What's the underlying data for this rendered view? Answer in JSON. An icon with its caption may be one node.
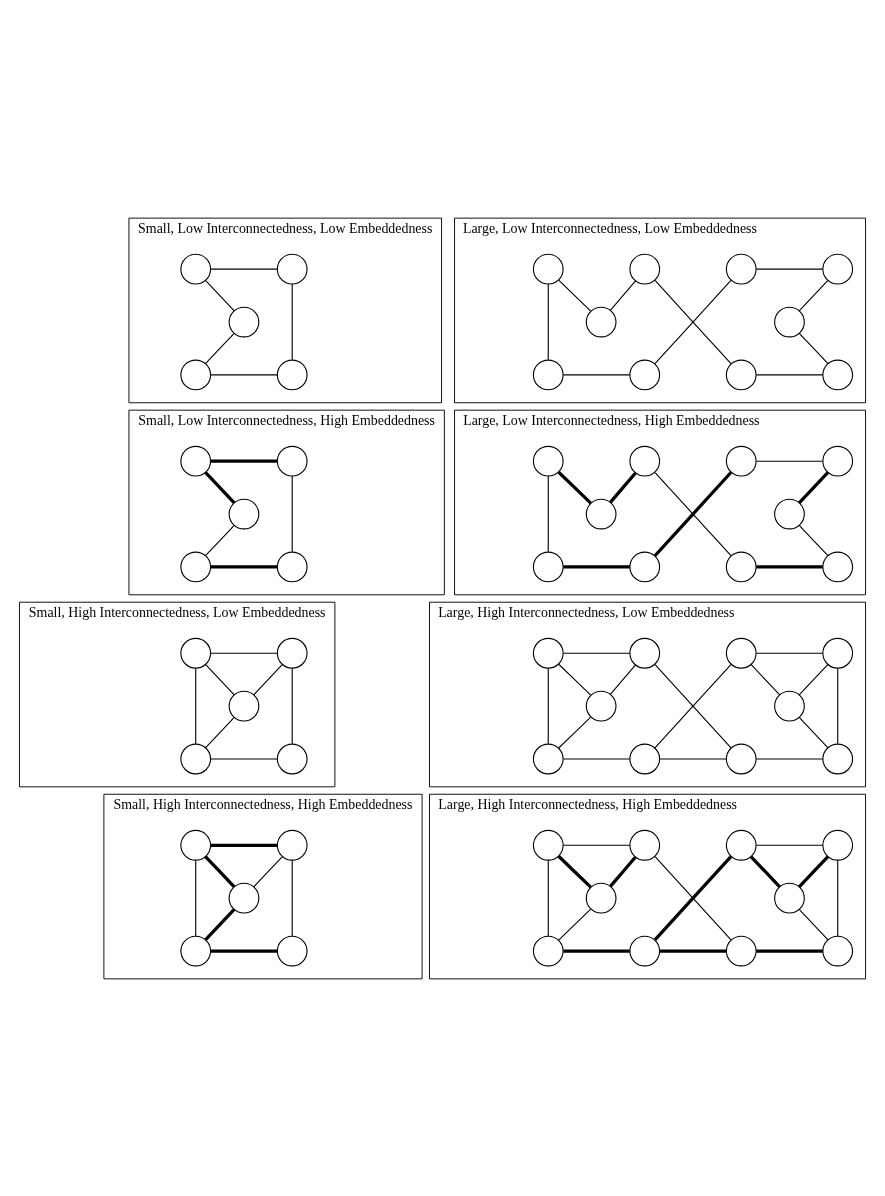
{
  "diagram": {
    "nodes": [
      {
        "text": [
          "Small, Low Interconnectedness, Low Embeddedness"
        ]
      },
      {
        "text": [],
        "shape": "circle",
        "in": 0
      },
      {
        "text": [],
        "shape": "circle",
        "in": 0
      },
      {
        "text": [],
        "shape": "circle",
        "in": 0
      },
      {
        "text": [],
        "shape": "circle",
        "in": 0
      },
      {
        "text": [],
        "shape": "circle",
        "in": 0
      },
      {
        "text": [
          "Large, Low Interconnectedness, Low Embeddedness"
        ]
      },
      {
        "text": [],
        "shape": "circle",
        "in": 6
      },
      {
        "text": [],
        "shape": "circle",
        "in": 6
      },
      {
        "text": [],
        "shape": "circle",
        "in": 6
      },
      {
        "text": [],
        "shape": "circle",
        "in": 6
      },
      {
        "text": [],
        "shape": "circle",
        "in": 6
      },
      {
        "text": [],
        "shape": "circle",
        "in": 6
      },
      {
        "text": [],
        "shape": "circle",
        "in": 6
      },
      {
        "text": [],
        "shape": "circle",
        "in": 6
      },
      {
        "text": [],
        "shape": "circle",
        "in": 6
      },
      {
        "text": [],
        "shape": "circle",
        "in": 6
      },
      {
        "text": [
          "Small, Low Interconnectedness, High Embeddedness"
        ]
      },
      {
        "text": [],
        "shape": "circle",
        "in": 17
      },
      {
        "text": [],
        "shape": "circle",
        "in": 17
      },
      {
        "text": [],
        "shape": "circle",
        "in": 17
      },
      {
        "text": [],
        "shape": "circle",
        "in": 17
      },
      {
        "text": [],
        "shape": "circle",
        "in": 17
      },
      {
        "text": [
          "Large, Low Interconnectedness, High Embeddedness"
        ]
      },
      {
        "text": [],
        "shape": "circle",
        "in": 23
      },
      {
        "text": [],
        "shape": "circle",
        "in": 23
      },
      {
        "text": [],
        "shape": "circle",
        "in": 23
      },
      {
        "text": [],
        "shape": "circle",
        "in": 23
      },
      {
        "text": [],
        "shape": "circle",
        "in": 23
      },
      {
        "text": [],
        "shape": "circle",
        "in": 23
      },
      {
        "text": [],
        "shape": "circle",
        "in": 23
      },
      {
        "text": [],
        "shape": "circle",
        "in": 23
      },
      {
        "text": [],
        "shape": "circle",
        "in": 23
      },
      {
        "text": [],
        "shape": "circle",
        "in": 23
      },
      {
        "text": [
          "Small, High Interconnectedness, Low Embeddedness"
        ]
      },
      {
        "text": [],
        "shape": "circle",
        "in": 34
      },
      {
        "text": [],
        "shape": "circle",
        "in": 34
      },
      {
        "text": [],
        "shape": "circle",
        "in": 34
      },
      {
        "text": [],
        "shape": "circle",
        "in": 34
      },
      {
        "text": [],
        "shape": "circle",
        "in": 34
      },
      {
        "text": [
          "Large, High Interconnectedness, Low Embeddedness"
        ]
      },
      {
        "text": [],
        "shape": "circle",
        "in": 40
      },
      {
        "text": [],
        "shape": "circle",
        "in": 40
      },
      {
        "text": [],
        "shape": "circle",
        "in": 40
      },
      {
        "text": [],
        "shape": "circle",
        "in": 40
      },
      {
        "text": [],
        "shape": "circle",
        "in": 40
      },
      {
        "text": [],
        "shape": "circle",
        "in": 40
      },
      {
        "text": [],
        "shape": "circle",
        "in": 40
      },
      {
        "text": [],
        "shape": "circle",
        "in": 40
      },
      {
        "text": [],
        "shape": "circle",
        "in": 40
      },
      {
        "text": [],
        "shape": "circle",
        "in": 40
      },
      {
        "text": [
          "Small, High Interconnectedness, High Embeddedness"
        ]
      },
      {
        "text": [],
        "shape": "circle",
        "in": 51
      },
      {
        "text": [],
        "shape": "circle",
        "in": 51
      },
      {
        "text": [],
        "shape": "circle",
        "in": 51
      },
      {
        "text": [],
        "shape": "circle",
        "in": 51
      },
      {
        "text": [],
        "shape": "circle",
        "in": 51
      },
      {
        "text": [
          "Large, High Interconnectedness, High Embeddedness"
        ]
      },
      {
        "text": [],
        "shape": "circle",
        "in": 57
      },
      {
        "text": [],
        "shape": "circle",
        "in": 57
      },
      {
        "text": [],
        "shape": "circle",
        "in": 57
      },
      {
        "text": [],
        "shape": "circle",
        "in": 57
      },
      {
        "text": [],
        "shape": "circle",
        "in": 57
      },
      {
        "text": [],
        "shape": "circle",
        "in": 57
      },
      {
        "text": [],
        "shape": "circle",
        "in": 57
      },
      {
        "text": [],
        "shape": "circle",
        "in": 57
      },
      {
        "text": [],
        "shape": "circle",
        "in": 57
      },
      {
        "text": [],
        "shape": "circle",
        "in": 57
      }
    ],
    "edges": [
      {
        "from": 1,
        "to": 2,
        "arrow": "none"
      },
      {
        "from": 1,
        "to": 3,
        "arrow": "none"
      },
      {
        "from": 3,
        "to": 4,
        "arrow": "none"
      },
      {
        "from": 4,
        "to": 5,
        "arrow": "none"
      },
      {
        "from": 2,
        "to": 5,
        "arrow": "none"
      },
      {
        "from": 7,
        "to": 13,
        "arrow": "none"
      },
      {
        "from": 7,
        "to": 11,
        "arrow": "none"
      },
      {
        "from": 11,
        "to": 8,
        "arrow": "none"
      },
      {
        "from": 8,
        "to": 15,
        "arrow": "none"
      },
      {
        "from": 9,
        "to": 14,
        "arrow": "none"
      },
      {
        "from": 9,
        "to": 10,
        "arrow": "none"
      },
      {
        "from": 10,
        "to": 12,
        "arrow": "none"
      },
      {
        "from": 12,
        "to": 16,
        "arrow": "none"
      },
      {
        "from": 13,
        "to": 14,
        "arrow": "none"
      },
      {
        "from": 15,
        "to": 16,
        "arrow": "none"
      },
      {
        "from": 18,
        "to": 19,
        "arrow": "none",
        "style": "thick"
      },
      {
        "from": 18,
        "to": 20,
        "arrow": "none",
        "style": "thick"
      },
      {
        "from": 20,
        "to": 21,
        "arrow": "none"
      },
      {
        "from": 21,
        "to": 22,
        "arrow": "none",
        "style": "thick"
      },
      {
        "from": 19,
        "to": 22,
        "arrow": "none"
      },
      {
        "from": 24,
        "to": 30,
        "arrow": "none"
      },
      {
        "from": 24,
        "to": 28,
        "arrow": "none",
        "style": "thick"
      },
      {
        "from": 28,
        "to": 25,
        "arrow": "none",
        "style": "thick"
      },
      {
        "from": 25,
        "to": 32,
        "arrow": "none"
      },
      {
        "from": 26,
        "to": 31,
        "arrow": "none",
        "style": "thick"
      },
      {
        "from": 26,
        "to": 27,
        "arrow": "none"
      },
      {
        "from": 27,
        "to": 29,
        "arrow": "none",
        "style": "thick"
      },
      {
        "from": 29,
        "to": 33,
        "arrow": "none"
      },
      {
        "from": 30,
        "to": 31,
        "arrow": "none",
        "style": "thick"
      },
      {
        "from": 32,
        "to": 33,
        "arrow": "none",
        "style": "thick"
      },
      {
        "from": 35,
        "to": 36,
        "arrow": "none"
      },
      {
        "from": 35,
        "to": 37,
        "arrow": "none"
      },
      {
        "from": 37,
        "to": 36,
        "arrow": "none"
      },
      {
        "from": 37,
        "to": 38,
        "arrow": "none"
      },
      {
        "from": 35,
        "to": 38,
        "arrow": "none"
      },
      {
        "from": 36,
        "to": 39,
        "arrow": "none"
      },
      {
        "from": 38,
        "to": 39,
        "arrow": "none"
      },
      {
        "from": 41,
        "to": 42,
        "arrow": "none"
      },
      {
        "from": 41,
        "to": 45,
        "arrow": "none"
      },
      {
        "from": 45,
        "to": 42,
        "arrow": "none"
      },
      {
        "from": 41,
        "to": 47,
        "arrow": "none"
      },
      {
        "from": 45,
        "to": 47,
        "arrow": "none"
      },
      {
        "from": 42,
        "to": 49,
        "arrow": "none"
      },
      {
        "from": 43,
        "to": 48,
        "arrow": "none"
      },
      {
        "from": 47,
        "to": 48,
        "arrow": "none"
      },
      {
        "from": 48,
        "to": 49,
        "arrow": "none"
      },
      {
        "from": 49,
        "to": 50,
        "arrow": "none"
      },
      {
        "from": 43,
        "to": 44,
        "arrow": "none"
      },
      {
        "from": 43,
        "to": 46,
        "arrow": "none"
      },
      {
        "from": 46,
        "to": 44,
        "arrow": "none"
      },
      {
        "from": 44,
        "to": 50,
        "arrow": "none"
      },
      {
        "from": 46,
        "to": 50,
        "arrow": "none"
      },
      {
        "from": 52,
        "to": 53,
        "arrow": "none",
        "style": "thick"
      },
      {
        "from": 52,
        "to": 54,
        "arrow": "none",
        "style": "thick"
      },
      {
        "from": 54,
        "to": 53,
        "arrow": "none"
      },
      {
        "from": 54,
        "to": 55,
        "arrow": "none",
        "style": "thick"
      },
      {
        "from": 52,
        "to": 55,
        "arrow": "none"
      },
      {
        "from": 53,
        "to": 56,
        "arrow": "none"
      },
      {
        "from": 55,
        "to": 56,
        "arrow": "none",
        "style": "thick"
      },
      {
        "from": 58,
        "to": 59,
        "arrow": "none"
      },
      {
        "from": 58,
        "to": 62,
        "arrow": "none",
        "style": "thick"
      },
      {
        "from": 62,
        "to": 59,
        "arrow": "none",
        "style": "thick"
      },
      {
        "from": 58,
        "to": 64,
        "arrow": "none"
      },
      {
        "from": 62,
        "to": 64,
        "arrow": "none"
      },
      {
        "from": 59,
        "to": 66,
        "arrow": "none"
      },
      {
        "from": 60,
        "to": 65,
        "arrow": "none",
        "style": "thick"
      },
      {
        "from": 64,
        "to": 65,
        "arrow": "none",
        "style": "thick"
      },
      {
        "from": 65,
        "to": 66,
        "arrow": "none",
        "style": "thick"
      },
      {
        "from": 66,
        "to": 67,
        "arrow": "none",
        "style": "thick"
      },
      {
        "from": 60,
        "to": 61,
        "arrow": "none"
      },
      {
        "from": 60,
        "to": 63,
        "arrow": "none",
        "style": "thick"
      },
      {
        "from": 63,
        "to": 61,
        "arrow": "none",
        "style": "thick"
      },
      {
        "from": 61,
        "to": 67,
        "arrow": "none"
      },
      {
        "from": 63,
        "to": 67,
        "arrow": "none"
      }
    ]
  }
}
